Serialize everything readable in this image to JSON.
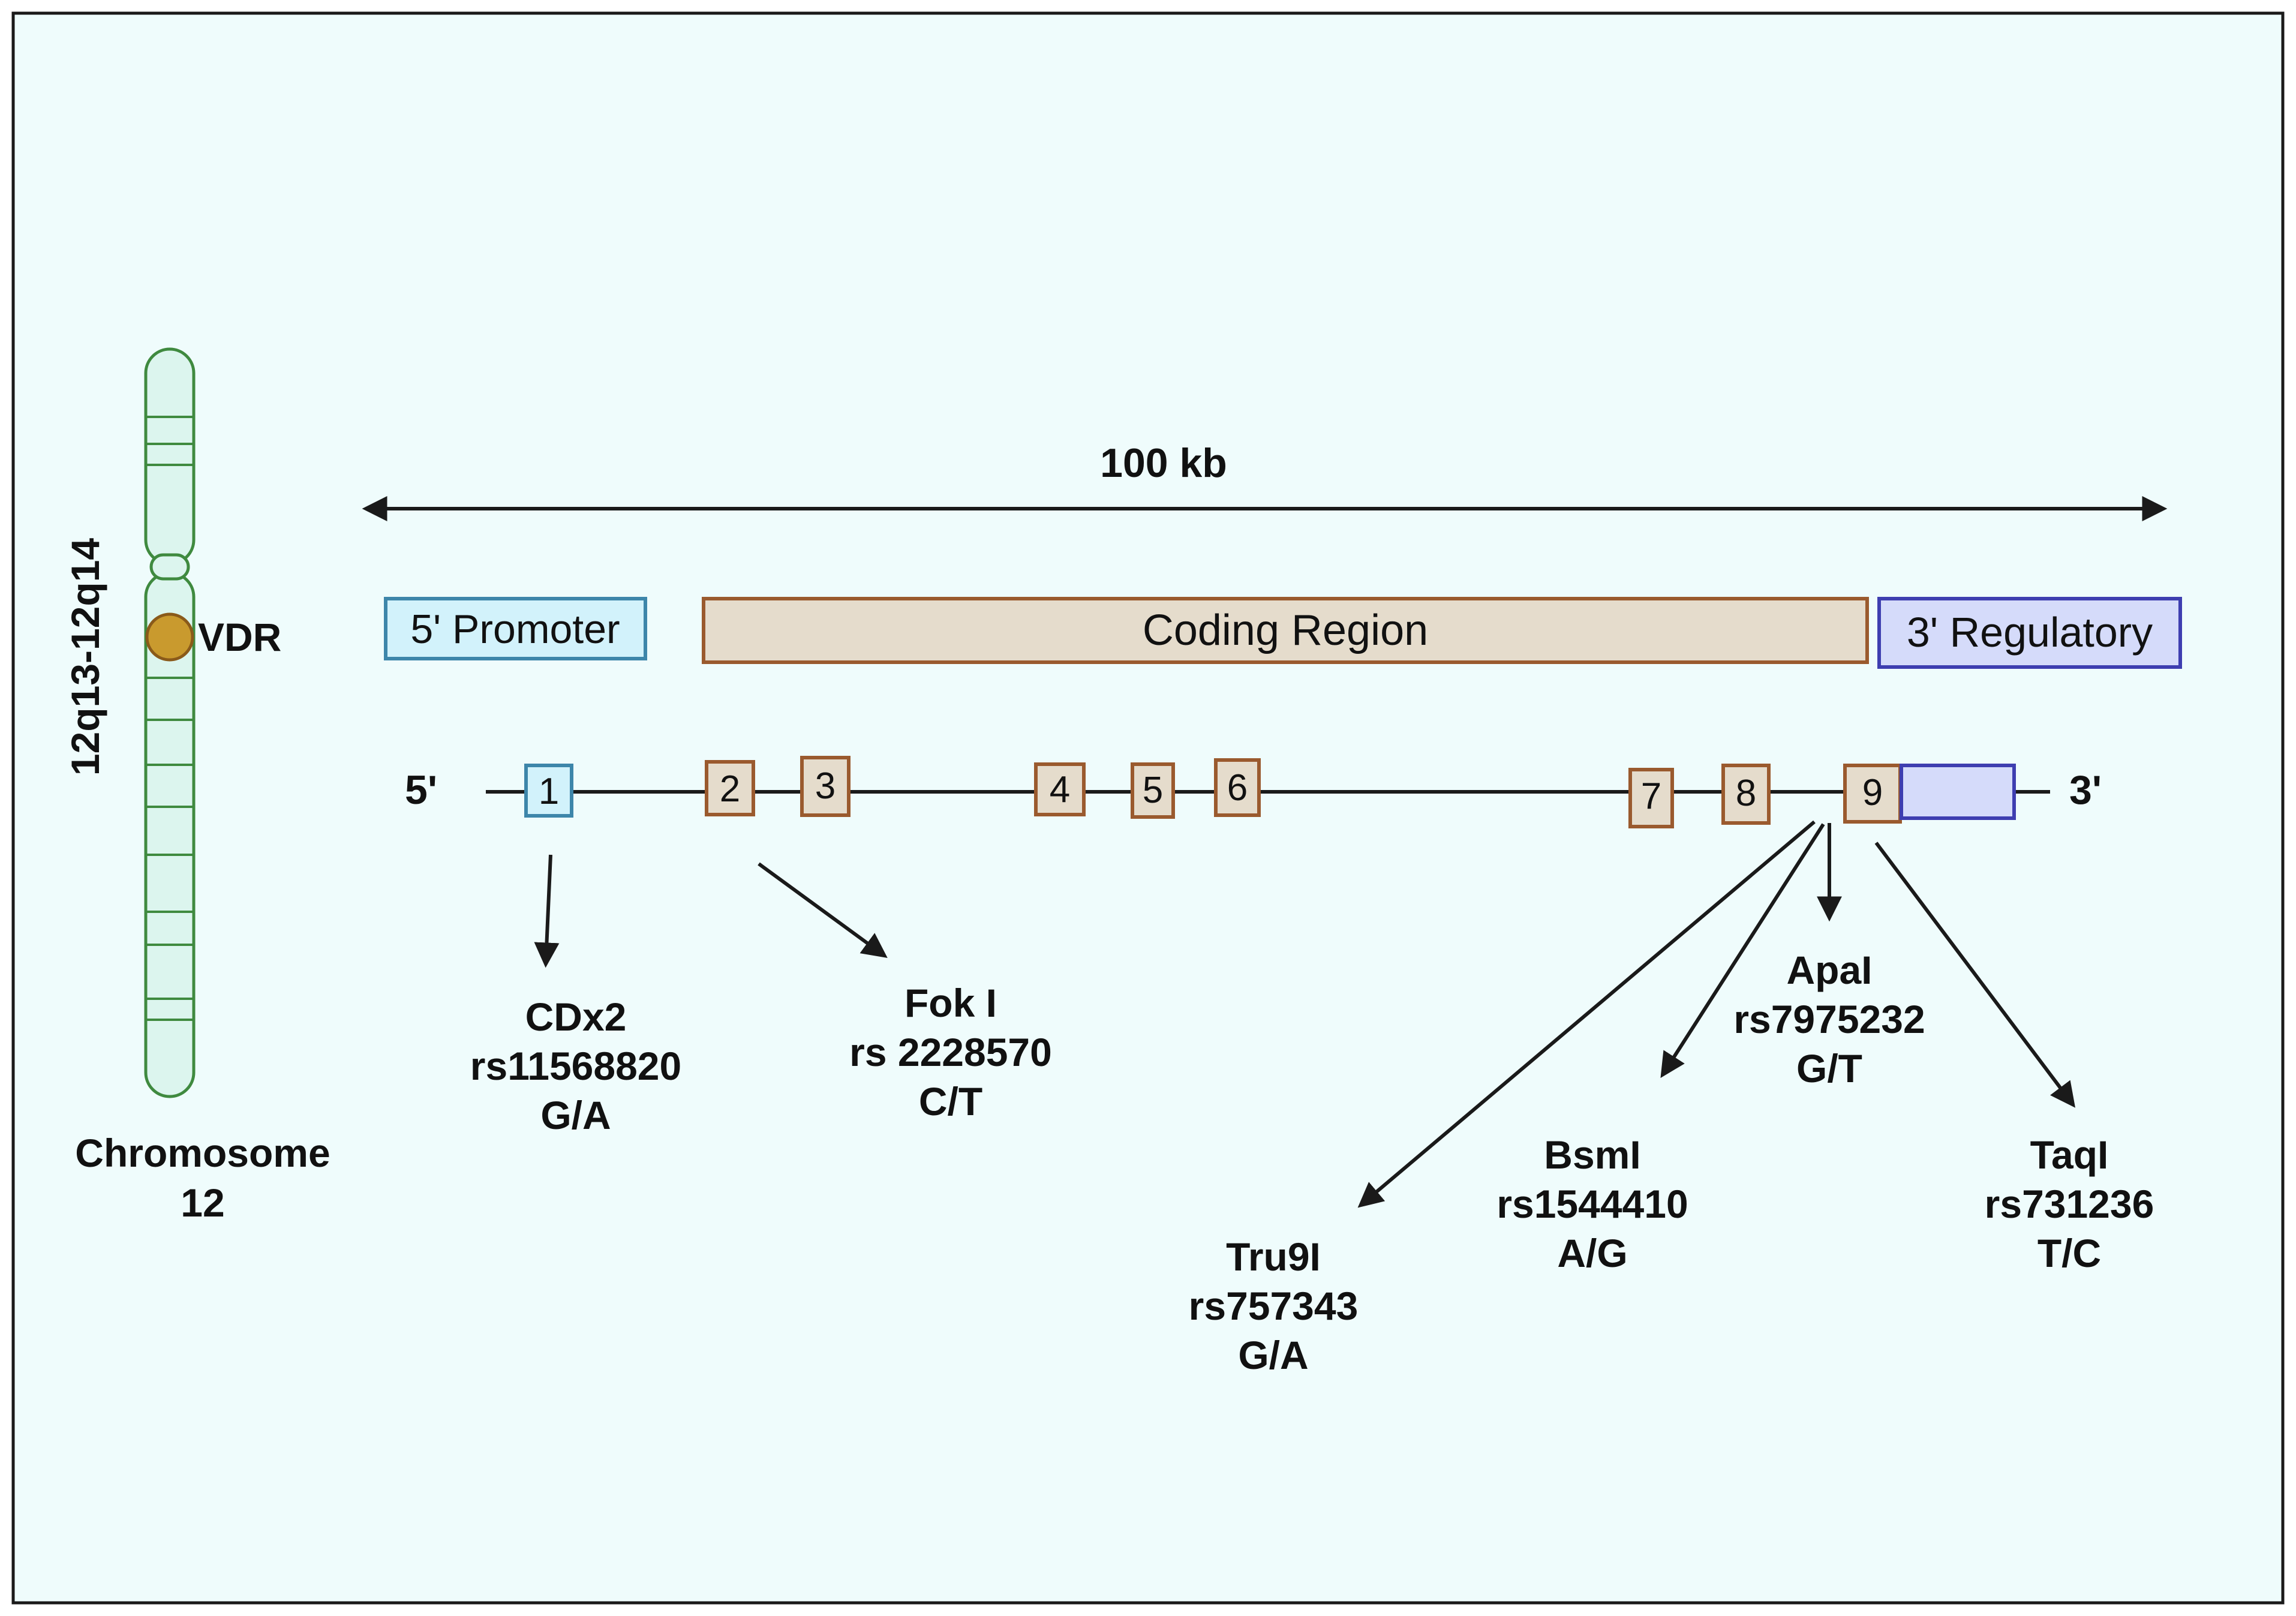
{
  "colors": {
    "background": "#effcfc",
    "frame": "#1a1a1a",
    "chromosome_fill": "#dcf5ee",
    "chromosome_stroke": "#3f8a3f",
    "vdr_marker": "#c99a2e",
    "promoter_fill": "#d2f2fb",
    "promoter_stroke": "#3d86aa",
    "coding_fill": "#e5dccc",
    "coding_stroke": "#9a5a2e",
    "regulatory_fill": "#d5dbfa",
    "regulatory_stroke": "#3e3eb0"
  },
  "chromosome": {
    "band_label": "12q13-12q14",
    "gene_label": "VDR",
    "name_line1": "Chromosome",
    "name_line2": "12"
  },
  "scale": {
    "label": "100 kb"
  },
  "regions": {
    "promoter": "5' Promoter",
    "coding": "Coding Region",
    "regulatory": "3' Regulatory"
  },
  "gene": {
    "five_prime": "5'",
    "three_prime": "3'",
    "exons": [
      "1",
      "2",
      "3",
      "4",
      "5",
      "6",
      "7",
      "8",
      "9"
    ]
  },
  "snps": [
    {
      "enzyme": "CDx2",
      "rsid": "rs11568820",
      "alleles": "G/A"
    },
    {
      "enzyme": "Fok I",
      "rsid": "rs 2228570",
      "alleles": "C/T"
    },
    {
      "enzyme": "ApaI",
      "rsid": "rs7975232",
      "alleles": "G/T"
    },
    {
      "enzyme": "BsmI",
      "rsid": "rs1544410",
      "alleles": "A/G"
    },
    {
      "enzyme": "TaqI",
      "rsid": "rs731236",
      "alleles": "T/C"
    },
    {
      "enzyme": "Tru9I",
      "rsid": "rs757343",
      "alleles": "G/A"
    }
  ]
}
